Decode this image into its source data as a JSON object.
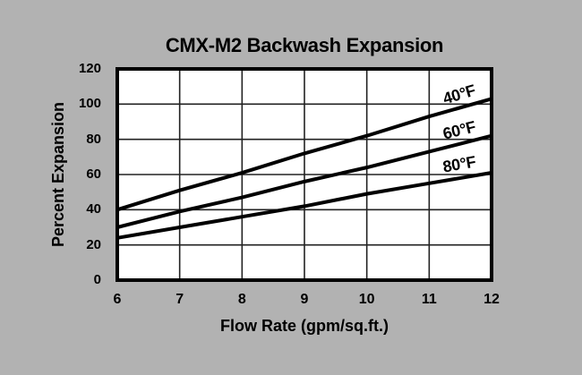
{
  "colors": {
    "background": "#b2b2b2",
    "plot_background": "#ffffff",
    "axis_color": "#000000",
    "grid_color": "#222222",
    "line_color": "#000000",
    "text_color": "#000000"
  },
  "chart_data": {
    "type": "line",
    "title": "CMX-M2 Backwash Expansion",
    "xlabel": "Flow Rate (gpm/sq.ft.)",
    "ylabel": "Percent Expansion",
    "x": [
      6,
      7,
      8,
      9,
      10,
      11,
      12
    ],
    "x_ticks": [
      6,
      7,
      8,
      9,
      10,
      11,
      12
    ],
    "y_ticks": [
      0,
      20,
      40,
      60,
      80,
      100,
      120
    ],
    "xlim": [
      6,
      12
    ],
    "ylim": [
      0,
      120
    ],
    "grid": true,
    "legend_position": "labels-on-lines",
    "series": [
      {
        "name": "40°F",
        "values": [
          40,
          51,
          61,
          72,
          82,
          93,
          103
        ]
      },
      {
        "name": "60°F",
        "values": [
          30,
          39,
          47,
          56,
          64,
          73,
          82
        ]
      },
      {
        "name": "80°F",
        "values": [
          24,
          30,
          36,
          42,
          49,
          55,
          61
        ]
      }
    ]
  }
}
